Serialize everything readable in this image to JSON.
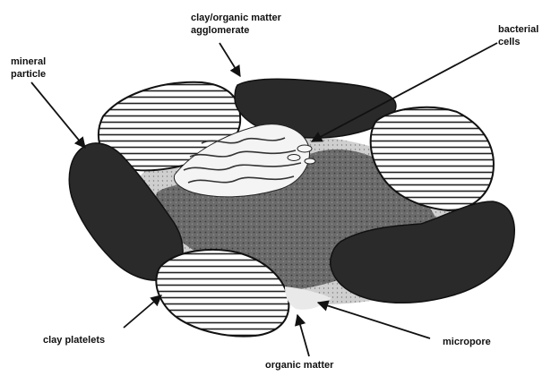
{
  "labels": {
    "clay_organic_line1": "clay/organic matter",
    "clay_organic_line2": "agglomerate",
    "bacterial_line1": "bacterial",
    "bacterial_line2": "cells",
    "mineral_line1": "mineral",
    "mineral_line2": "particle",
    "clay_platelets": "clay platelets",
    "micropore": "micropore",
    "organic_matter": "organic matter"
  },
  "colors": {
    "mineral": "#2a2a2a",
    "organic": "#6e6e6e",
    "hatch_line": "#222222",
    "ink": "#111111"
  }
}
